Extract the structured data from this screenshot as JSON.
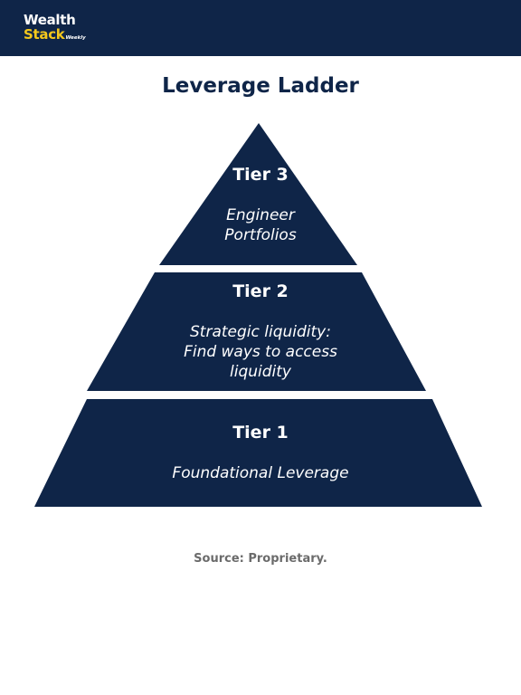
{
  "brand": {
    "line1": "Wealth",
    "line2": "Stack",
    "tag": "Weekly"
  },
  "title": "Leverage Ladder",
  "tiers": [
    {
      "heading": "Tier 3",
      "description_lines": [
        "Engineer",
        "Portfolios"
      ]
    },
    {
      "heading": "Tier 2",
      "description_lines": [
        "Strategic liquidity:",
        "Find ways to access",
        "liquidity"
      ]
    },
    {
      "heading": "Tier 1",
      "description_lines": [
        "Foundational Leverage"
      ]
    }
  ],
  "source": "Source: Proprietary.",
  "colors": {
    "header_bg": "#0f2548",
    "pyramid_fill": "#0f2548",
    "brand_accent": "#f4c81c",
    "source_text": "#6b6b6b"
  }
}
